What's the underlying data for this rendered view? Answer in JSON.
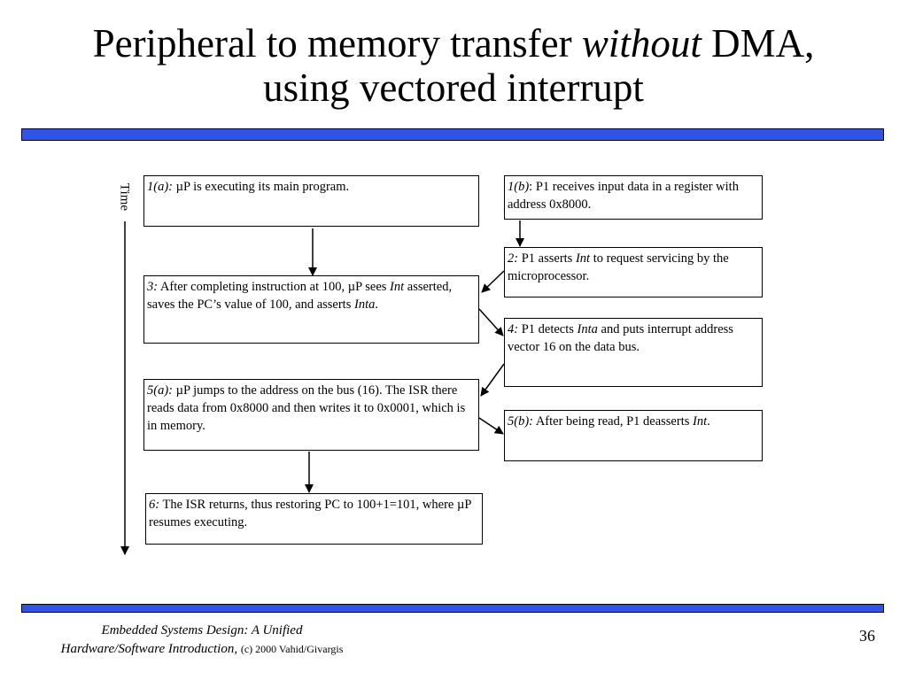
{
  "slide": {
    "title_prefix": "Peripheral to memory transfer",
    "title_emph": "without",
    "title_suffix": "DMA,",
    "title_line2": "using vectored interrupt",
    "time_label": "Time",
    "page_number": "36"
  },
  "boxes": {
    "b1a": {
      "step": "1(a):",
      "text": "µP is executing its main program."
    },
    "b1b": {
      "step": "1(b)",
      "sep": ":",
      "text": "P1 receives input data in a register with address 0x8000."
    },
    "b2": {
      "step": "2:",
      "t1": "P1 asserts",
      "em1": "Int",
      "t2": "to request servicing by the microprocessor."
    },
    "b3": {
      "step": "3:",
      "t1": "After completing instruction at 100, µP sees",
      "em1": "Int",
      "t2": "asserted, saves the PC’s value of 100, and asserts",
      "em2": "Inta",
      "t3": "."
    },
    "b4": {
      "step": "4:",
      "t1": "P1 detects",
      "em1": "Inta",
      "t2": "and puts interrupt address vector 16 on the data bus."
    },
    "b5a": {
      "step": "5(a):",
      "text": "µP jumps to the address on the bus (16). The ISR there reads data from 0x8000 and then writes it to 0x0001, which is in memory."
    },
    "b5b": {
      "step": "5(b):",
      "t1": "After being read, P1 deasserts",
      "em1": "Int",
      "t2": "."
    },
    "b6": {
      "step": "6:",
      "text": "The ISR returns, thus restoring PC to 100+1=101, where µP resumes executing."
    }
  },
  "footer": {
    "book_line1": "Embedded Systems Design: A Unified",
    "book_line2": "Hardware/Software Introduction,",
    "copyright": "(c) 2000 Vahid/Givargis"
  },
  "colors": {
    "accent_bar": "#2f54e6"
  }
}
